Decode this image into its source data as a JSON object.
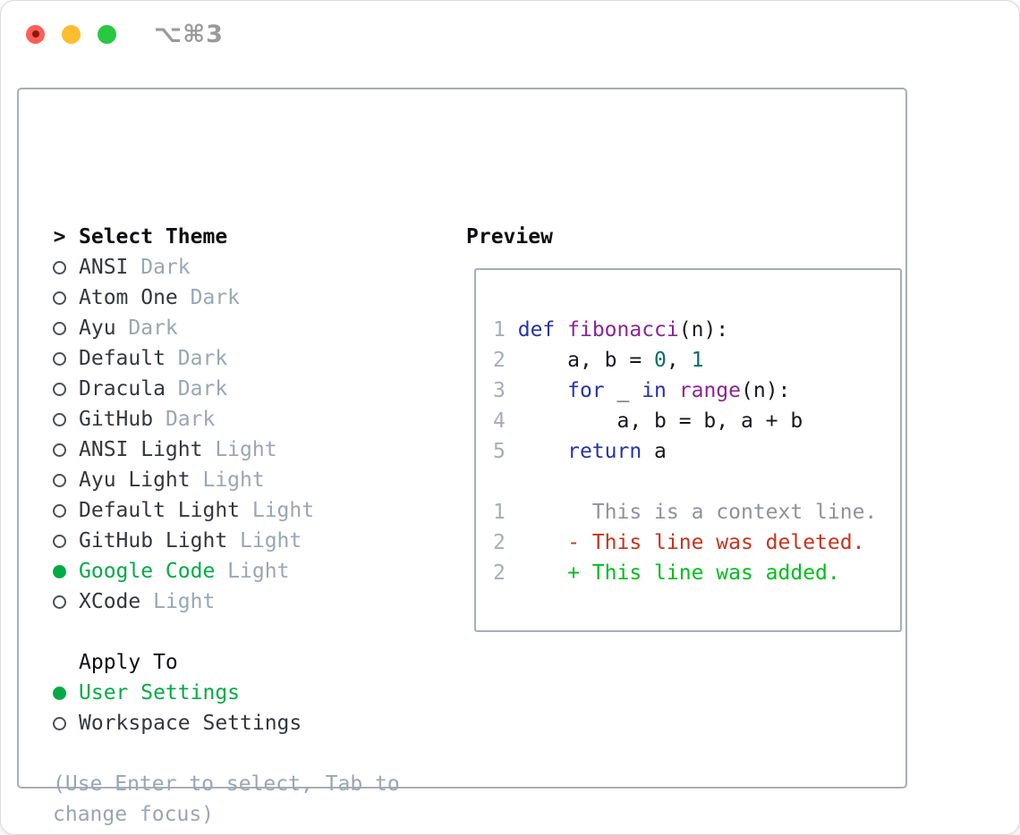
{
  "window": {
    "title": "⌥⌘3"
  },
  "colors": {
    "accent_green": "#00ab45",
    "keyword_blue": "#2633a8",
    "function_purple": "#8b2594",
    "literal_teal": "#0b6b6e",
    "deleted_red": "#c8331c",
    "added_green": "#00bd1d",
    "context_gray": "#8d939a",
    "linenum_gray": "#a3aebb",
    "dim_gray": "#9aa6b3",
    "text_dark": "#33383e",
    "code_plain": "#16191d",
    "heading_black": "#0d0f12",
    "border_gray": "#a6aeb8",
    "titlebar_gray": "#9a9a9a",
    "radio_ring": "#4a5056",
    "light_red": "#ff5f57",
    "light_yellow": "#febc2e",
    "light_green": "#28c840"
  },
  "left_panel": {
    "prompt": ">",
    "title": "Select Theme",
    "themes": [
      {
        "name": "ANSI",
        "tag": "Dark",
        "selected": false
      },
      {
        "name": "Atom One",
        "tag": "Dark",
        "selected": false
      },
      {
        "name": "Ayu",
        "tag": "Dark",
        "selected": false
      },
      {
        "name": "Default",
        "tag": "Dark",
        "selected": false
      },
      {
        "name": "Dracula",
        "tag": "Dark",
        "selected": false
      },
      {
        "name": "GitHub",
        "tag": "Dark",
        "selected": false
      },
      {
        "name": "ANSI Light",
        "tag": "Light",
        "selected": false
      },
      {
        "name": "Ayu Light",
        "tag": "Light",
        "selected": false
      },
      {
        "name": "Default Light",
        "tag": "Light",
        "selected": false
      },
      {
        "name": "GitHub Light",
        "tag": "Light",
        "selected": false
      },
      {
        "name": "Google Code",
        "tag": "Light",
        "selected": true
      },
      {
        "name": "XCode",
        "tag": "Light",
        "selected": false
      }
    ],
    "apply_to": {
      "label": "Apply To",
      "options": [
        {
          "label": "User Settings",
          "selected": true
        },
        {
          "label": "Workspace Settings",
          "selected": false
        }
      ]
    },
    "hint_line1": "(Use Enter to select, Tab to",
    "hint_line2": "change focus)"
  },
  "preview": {
    "title": "Preview",
    "lines": [
      {
        "segs": [
          [
            "n",
            "1"
          ],
          [
            "p",
            " "
          ],
          [
            "k",
            "def"
          ],
          [
            "p",
            " "
          ],
          [
            "f",
            "fibonacci"
          ],
          [
            "p",
            "(n):"
          ]
        ]
      },
      {
        "segs": [
          [
            "n",
            "2"
          ],
          [
            "p",
            "     a, b = "
          ],
          [
            "l",
            "0"
          ],
          [
            "p",
            ", "
          ],
          [
            "l",
            "1"
          ]
        ]
      },
      {
        "segs": [
          [
            "n",
            "3"
          ],
          [
            "p",
            "     "
          ],
          [
            "k",
            "for"
          ],
          [
            "p",
            " _ "
          ],
          [
            "k",
            "in"
          ],
          [
            "p",
            " "
          ],
          [
            "f",
            "range"
          ],
          [
            "p",
            "(n):"
          ]
        ]
      },
      {
        "segs": [
          [
            "n",
            "4"
          ],
          [
            "p",
            "         a, b = b, a + b"
          ]
        ]
      },
      {
        "segs": [
          [
            "n",
            "5"
          ],
          [
            "p",
            "     "
          ],
          [
            "k",
            "return"
          ],
          [
            "p",
            " a"
          ]
        ]
      },
      {
        "segs": []
      },
      {
        "segs": [
          [
            "n",
            "1"
          ],
          [
            "c",
            "       This is a context line."
          ]
        ]
      },
      {
        "segs": [
          [
            "n",
            "2"
          ],
          [
            "d",
            "     - This line was deleted."
          ]
        ]
      },
      {
        "segs": [
          [
            "n",
            "2"
          ],
          [
            "a",
            "     + This line was added."
          ]
        ]
      }
    ]
  }
}
